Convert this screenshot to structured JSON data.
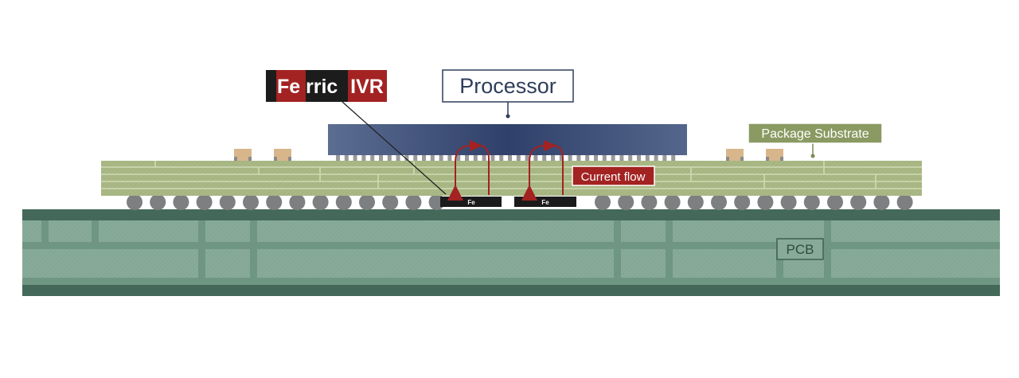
{
  "labels": {
    "brand_fe": "Fe",
    "brand_rric": "rric",
    "brand_ivr": "IVR",
    "processor": "Processor",
    "package_substrate": "Package Substrate",
    "current_flow": "Current flow",
    "pcb": "PCB",
    "chip_1": "Fe",
    "chip_2": "Fe"
  },
  "colors": {
    "processor": "#3d5078",
    "processor_label_border": "#2f3e5c",
    "substrate": "#a9b885",
    "substrate_label": "#8a9a62",
    "pcb": "#88ab99",
    "pcb_edge": "#44695a",
    "ball": "#7d7f81",
    "pad": "#d8b68c",
    "accent_red": "#a32222",
    "brand_dark": "#1c1c1c",
    "chip": "#1b1b1b"
  }
}
